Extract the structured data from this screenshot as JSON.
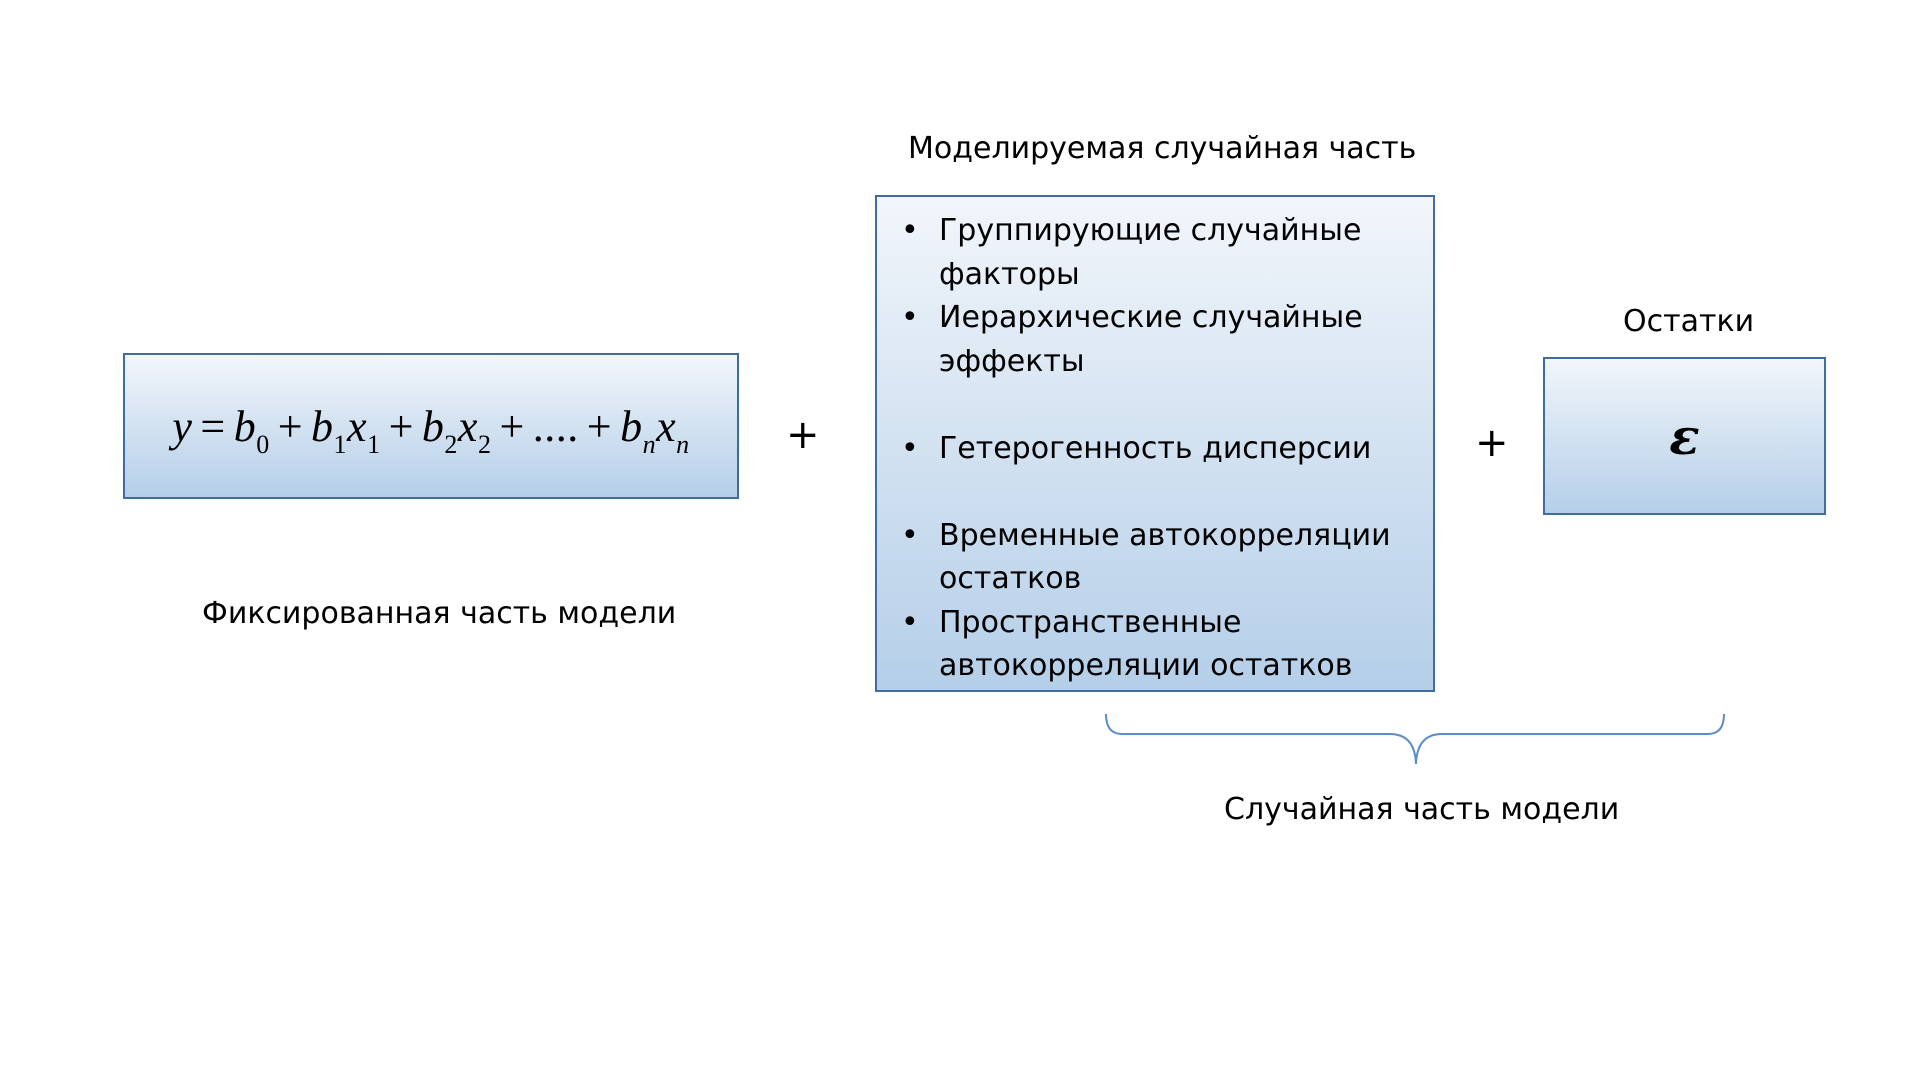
{
  "fixed_part": {
    "formula": {
      "y": "y",
      "eq": "=",
      "b0": "b",
      "b0_sub": "0",
      "plus1": "+",
      "b1": "b",
      "b1_sub": "1",
      "x1": "x",
      "x1_sub": "1",
      "plus2": "+",
      "b2": "b",
      "b2_sub": "2",
      "x2": "x",
      "x2_sub": "2",
      "plus3": "+",
      "dots": "....",
      "plus4": "+",
      "bn": "b",
      "bn_sub": "n",
      "xn": "x",
      "xn_sub": "n"
    },
    "label": "Фиксированная часть модели"
  },
  "operators": {
    "plus_1": "+",
    "plus_2": "+"
  },
  "modeled_random_part": {
    "title": "Моделируемая случайная часть",
    "items": [
      "Группирующие случайные факторы",
      "Иерархические случайные эффекты",
      "Гетерогенность дисперсии",
      "Временные автокорреляции остатков",
      "Пространственные автокорреляции остатков"
    ]
  },
  "residuals": {
    "title": "Остатки",
    "symbol": "ε"
  },
  "random_part_total": {
    "label": "Случайная часть модели"
  },
  "colors": {
    "box_border": "#3f6da0",
    "box_fill_top": "#f2f6fb",
    "box_fill_bottom": "#b5cfe9",
    "brace": "#5b8ec4"
  }
}
